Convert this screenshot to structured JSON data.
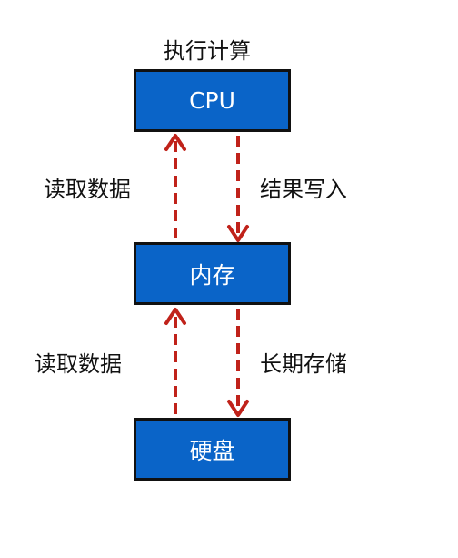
{
  "title": "执行计算",
  "nodes": {
    "cpu": "CPU",
    "memory": "内存",
    "disk": "硬盘"
  },
  "edges": {
    "memory_to_cpu": "读取数据",
    "cpu_to_memory": "结果写入",
    "disk_to_memory": "读取数据",
    "memory_to_disk": "长期存储"
  },
  "colors": {
    "box_fill": "#0a64c8",
    "box_border": "#111111",
    "box_text": "#ffffff",
    "arrow": "#c0221a"
  }
}
